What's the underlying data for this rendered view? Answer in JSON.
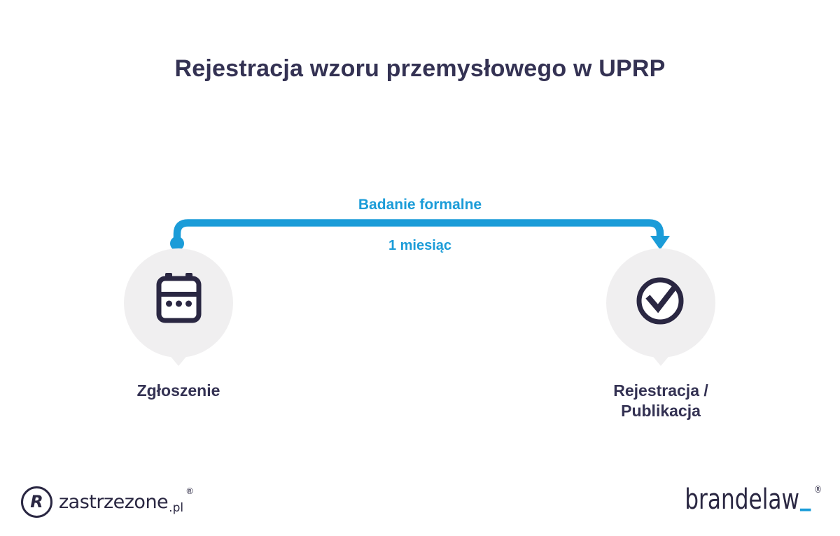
{
  "colors": {
    "navy": "#343253",
    "icon-navy": "#2a2742",
    "teal": "#1b9cd8",
    "bubble-gray": "#f0eff0"
  },
  "title": "Rejestracja wzoru przemysłowego w UPRP",
  "timeline": {
    "phase_label": "Badanie formalne",
    "duration_label": "1 miesiąc",
    "start_step": {
      "label": "Zgłoszenie",
      "icon": "calendar-icon"
    },
    "end_step": {
      "label_line1": "Rejestracja /",
      "label_line2": "Publikacja",
      "icon": "check-circle-icon"
    }
  },
  "footer": {
    "left_logo": {
      "icon": "circled-r-icon",
      "icon_letter": "R",
      "brand": "zastrzezone",
      "tld": ".pl",
      "registered_mark": "®"
    },
    "right_logo": {
      "brand": "brandelaw",
      "underscore": "_",
      "registered_mark": "®"
    }
  }
}
